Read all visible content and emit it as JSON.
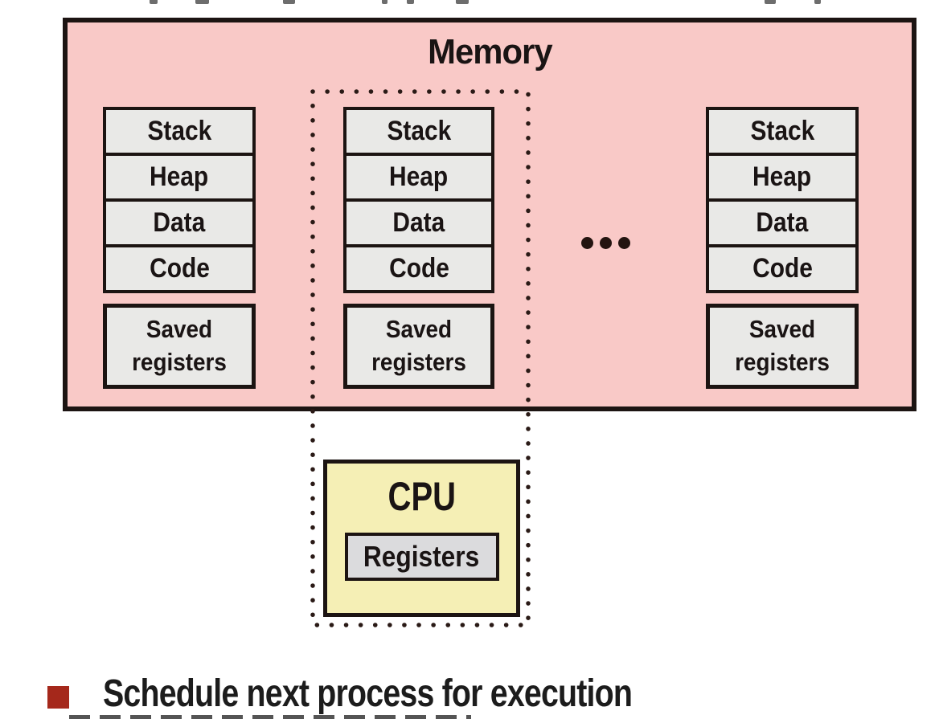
{
  "slide": {
    "memory_title": "Memory",
    "columns": [
      {
        "segments": [
          "Stack",
          "Heap",
          "Data",
          "Code"
        ],
        "saved_label": "Saved registers"
      },
      {
        "segments": [
          "Stack",
          "Heap",
          "Data",
          "Code"
        ],
        "saved_label": "Saved registers"
      },
      {
        "segments": [
          "Stack",
          "Heap",
          "Data",
          "Code"
        ],
        "saved_label": "Saved registers"
      }
    ],
    "ellipsis": "...",
    "cpu_title": "CPU",
    "cpu_registers_label": "Registers",
    "bullet_text": "Schedule next process for execution"
  },
  "colors": {
    "memory-fill": "#f9c9c7",
    "segment-fill": "#e9e9e7",
    "cpu-fill": "#f5efb5",
    "registers-fill": "#dbdbdd",
    "border": "#1c1412",
    "dotted": "#2a1a16",
    "bullet": "#a5281b",
    "text": "#1a1414"
  }
}
